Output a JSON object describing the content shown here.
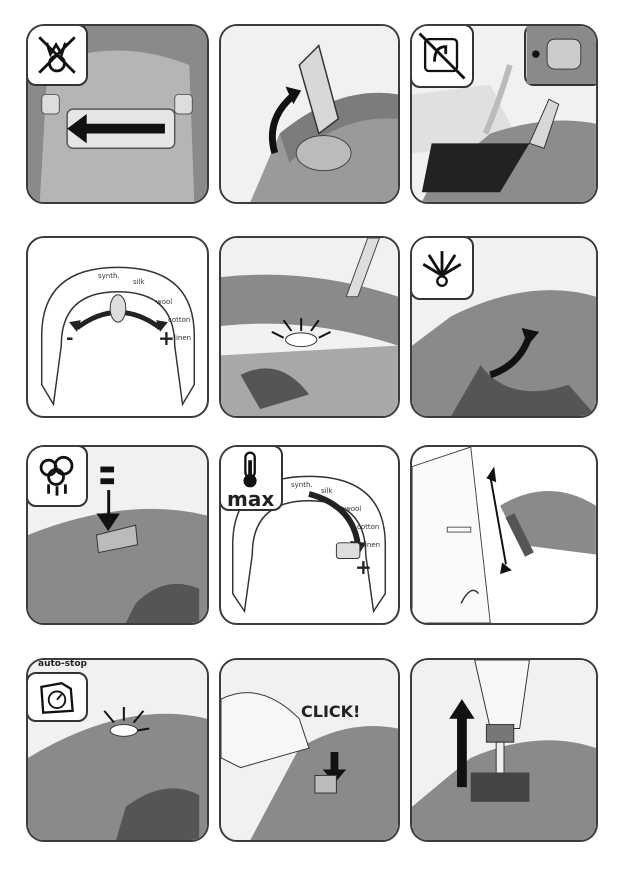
{
  "labels": {
    "max": "max",
    "auto_stop": "auto-stop",
    "click": "CLICK!"
  },
  "dial": {
    "settings": [
      "synth.",
      "silk",
      "wool",
      "cotton",
      "linen"
    ],
    "minus": "-",
    "plus": "+"
  },
  "colors": {
    "border": "#3c3c3c",
    "iron_dark": "#6b6b6b",
    "iron_mid": "#9a9a9a",
    "iron_light": "#cfcfcf",
    "arrow": "#1a1a1a"
  },
  "icons": [
    "no-bleach-icon",
    "no-tap-water-icon",
    "steam-icon",
    "thermometer-icon",
    "auto-stop-icon",
    "light-burst-icon"
  ]
}
